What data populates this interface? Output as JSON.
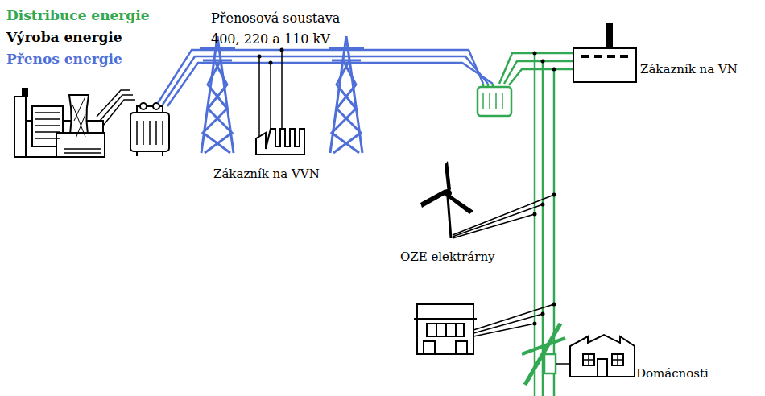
{
  "diagram": {
    "labels": [
      "Přenosová soustava 400, 220 a 110 kV",
      "Zákazník na VVN",
      "Zákazník na VN",
      "OZE elektrárny",
      "Domácnosti"
    ],
    "legend": [
      {
        "text": "Distribuce energie",
        "color": "#33a852"
      },
      {
        "text": "Výroba energie",
        "color": "#000000"
      },
      {
        "text": "Přenos energie",
        "color": "#4f6fd8"
      }
    ]
  }
}
